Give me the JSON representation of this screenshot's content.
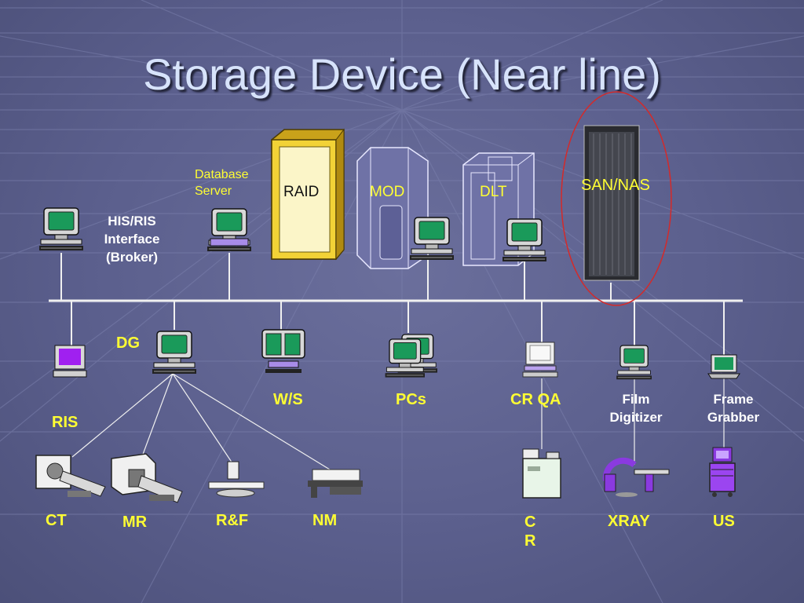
{
  "slide": {
    "title": "Storage Device (Near line)"
  },
  "colors": {
    "background": "#5b5f8d",
    "title_text": "#d7e3fb",
    "device_label": "#ffff33",
    "network_line": "#f0f0f0",
    "raid_cabinet": "#f2d236",
    "highlight_ellipse": "#d42a2a",
    "monitor_screen": "#1a9a5a"
  },
  "servers": {
    "database_server": [
      "Database",
      "Server"
    ],
    "broker": [
      "HIS/RIS",
      "Interface",
      "(Broker)"
    ]
  },
  "storage": {
    "raid": "RAID",
    "mod": "MOD",
    "dlt": "DLT",
    "san_nas": "SAN/NAS"
  },
  "workstations": {
    "dg": "DG",
    "ws": "W/S",
    "pcs": "PCs",
    "cr_qa": "CR QA",
    "film_digitizer": [
      "Film",
      "Digitizer"
    ],
    "frame_grabber": [
      "Frame",
      "Grabber"
    ],
    "ris": "RIS"
  },
  "modalities": {
    "ct": "CT",
    "mr": "MR",
    "rf": "R&F",
    "nm": "NM",
    "cr": [
      "C",
      "R"
    ],
    "xray": "XRAY",
    "us": "US"
  },
  "icons": [
    "monitor-icon",
    "raid-cabinet-icon",
    "mod-jukebox-icon",
    "dlt-library-icon",
    "san-rack-icon",
    "ct-scanner-icon",
    "mr-scanner-icon",
    "rf-table-icon",
    "nm-camera-icon",
    "cr-reader-icon",
    "xray-unit-icon",
    "ultrasound-cart-icon"
  ]
}
